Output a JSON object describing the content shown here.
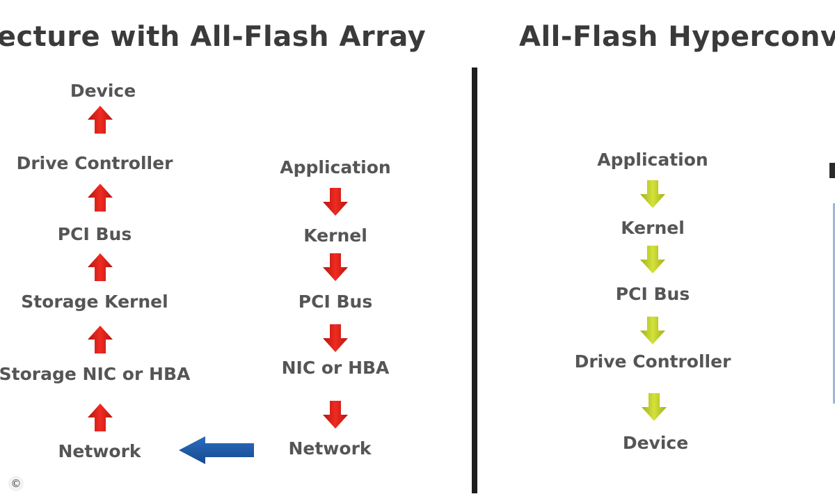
{
  "titles": {
    "left": "itecture with All-Flash Array",
    "right": "All-Flash Hyperconve"
  },
  "left_stack": [
    "Device",
    "Drive Controller",
    "PCI Bus",
    "Storage Kernel",
    "Storage NIC or HBA",
    "Network"
  ],
  "middle_stack": [
    "Application",
    "Kernel",
    "PCI Bus",
    "NIC or HBA",
    "Network"
  ],
  "right_stack": [
    "Application",
    "Kernel",
    "PCI Bus",
    "Drive Controller",
    "Device"
  ],
  "colors": {
    "red_arrow": "#e2231a",
    "green_arrow": "#c3d323",
    "blue_arrow": "#1f5ba8",
    "divider": "#1e1e1e"
  },
  "icons": {
    "up_arrow": "red-up-arrow-icon",
    "down_arrow": "red-down-arrow-icon",
    "green_arrow": "green-down-arrow-icon",
    "transfer_arrow": "blue-left-arrow-icon"
  },
  "copyright": "©"
}
